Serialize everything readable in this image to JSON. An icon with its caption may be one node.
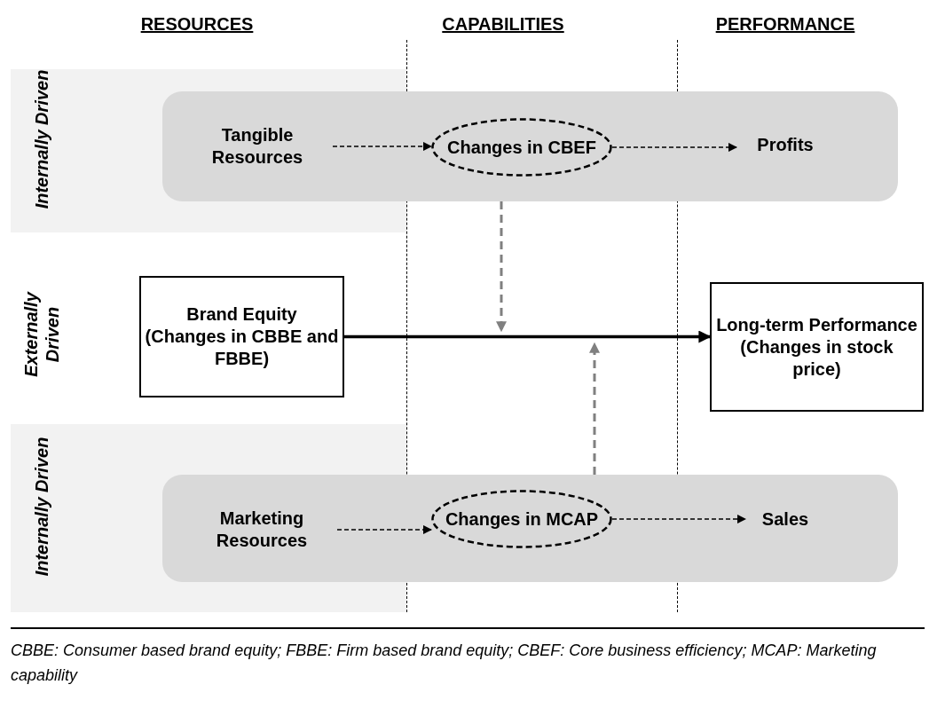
{
  "diagram": {
    "caption": "CBBE: Consumer based brand equity; FBBE: Firm based brand equity; CBEF: Core business efficiency; MCAP: Marketing capability",
    "nodes": [
      {
        "text": [],
        "shape": "box"
      },
      {
        "text": [
          "Tangible Resources"
        ],
        "in": 0
      },
      {
        "text": [
          "Changes in CBEF"
        ],
        "in": 0
      },
      {
        "text": [
          "Profits"
        ],
        "in": 0
      },
      {
        "text": [
          "Brand Equity (Changes in CBBE and FBBE)"
        ]
      },
      {
        "text": [
          "Long-term Performance (Changes in stock price)"
        ]
      },
      {
        "text": [],
        "shape": "box"
      },
      {
        "text": [
          "Marketing Resources"
        ],
        "in": 6
      },
      {
        "text": [
          "Changes in MCAP"
        ],
        "in": 6
      },
      {
        "text": [
          "Sales"
        ],
        "in": 6
      }
    ],
    "edges": [
      {
        "from": 1,
        "to": 2,
        "arrow": "to",
        "style": "dashed"
      },
      {
        "from": 2,
        "to": 3,
        "arrow": "to",
        "style": "dashed"
      },
      {
        "from": 4,
        "to": 5,
        "arrow": "to",
        "style": "thick"
      },
      {
        "from": 0,
        "to": null,
        "arrow": "to",
        "style": "dashed",
        "color": "#808080"
      },
      {
        "from": 6,
        "to": null,
        "arrow": "to",
        "style": "dashed",
        "color": "#808080"
      },
      {
        "from": 7,
        "to": 8,
        "arrow": "to",
        "style": "dashed"
      },
      {
        "from": 8,
        "to": 9,
        "arrow": "to",
        "style": "dashed"
      }
    ],
    "labels": [
      "RESOURCES",
      "CAPABILITIES",
      "PERFORMANCE",
      "Internally Driven",
      "Externally Driven",
      "Internally Driven"
    ]
  }
}
